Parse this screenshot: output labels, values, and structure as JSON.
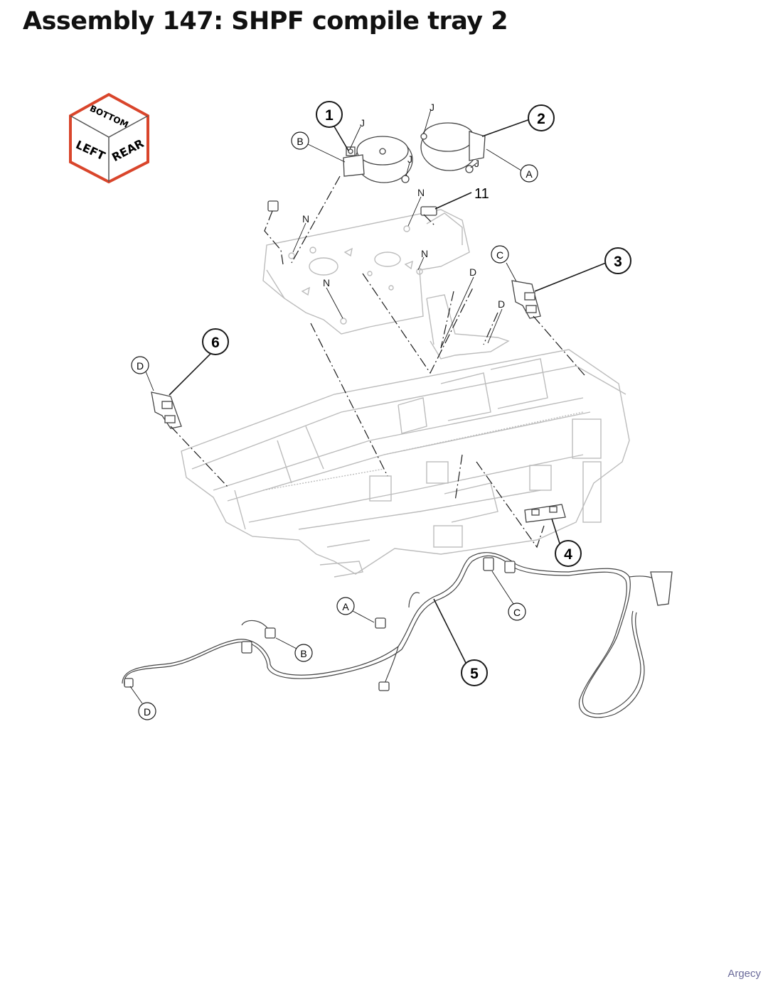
{
  "title": "Assembly 147: SHPF compile tray 2",
  "orientation_cube": {
    "top_label": "BOTTOM",
    "left_label": "LEFT",
    "right_label": "REAR",
    "border_color": "#d9452b"
  },
  "callouts": {
    "c1": "1",
    "c2": "2",
    "c3": "3",
    "c4": "4",
    "c5": "5",
    "c6": "6",
    "c11": "11"
  },
  "connector_labels": {
    "A_top": "A",
    "B_top": "B",
    "C_top": "C",
    "D_left": "D",
    "A_bottom": "A",
    "B_bottom": "B",
    "C_bottom": "C",
    "D_bottom": "D"
  },
  "letter_labels": {
    "J1": "J",
    "J2": "J",
    "J3": "J",
    "J4": "J",
    "N1": "N",
    "N2": "N",
    "N3": "N",
    "N4": "N",
    "D1": "D",
    "D2": "D"
  },
  "footer": "Argecy",
  "colors": {
    "line": "#1a1a1a",
    "faint": "#b9b9b9",
    "accent": "#d9452b"
  }
}
